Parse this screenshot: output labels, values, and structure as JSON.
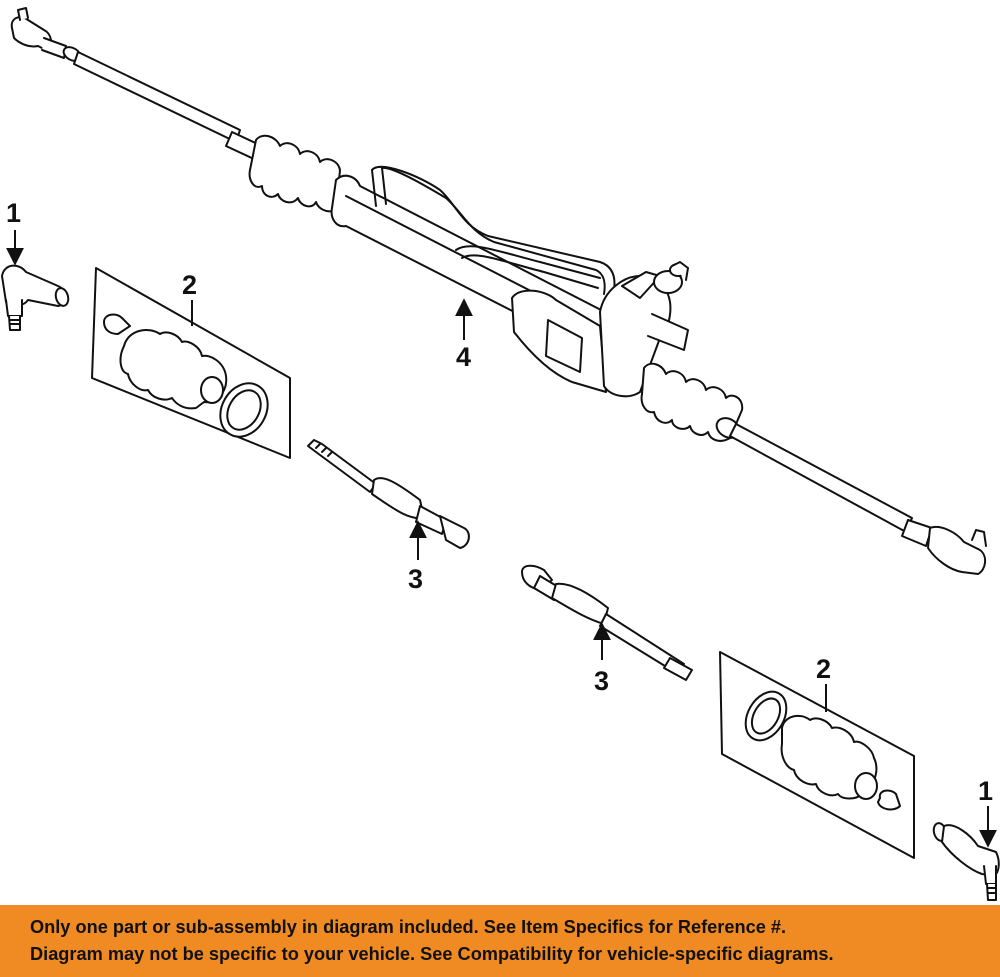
{
  "diagram": {
    "callouts": {
      "tie_rod_end_left": "1",
      "boot_kit_left": "2",
      "inner_tie_rod_left": "3",
      "rack_and_pinion": "4",
      "inner_tie_rod_right": "3",
      "boot_kit_right": "2",
      "tie_rod_end_right": "1"
    }
  },
  "banner": {
    "line1": "Only one part or sub-assembly in diagram included. See Item Specifics for Reference #.",
    "line2": "Diagram may not be specific to your vehicle. See Compatibility for vehicle-specific diagrams."
  },
  "colors": {
    "banner_bg": "#f08a22",
    "line": "#111111"
  }
}
